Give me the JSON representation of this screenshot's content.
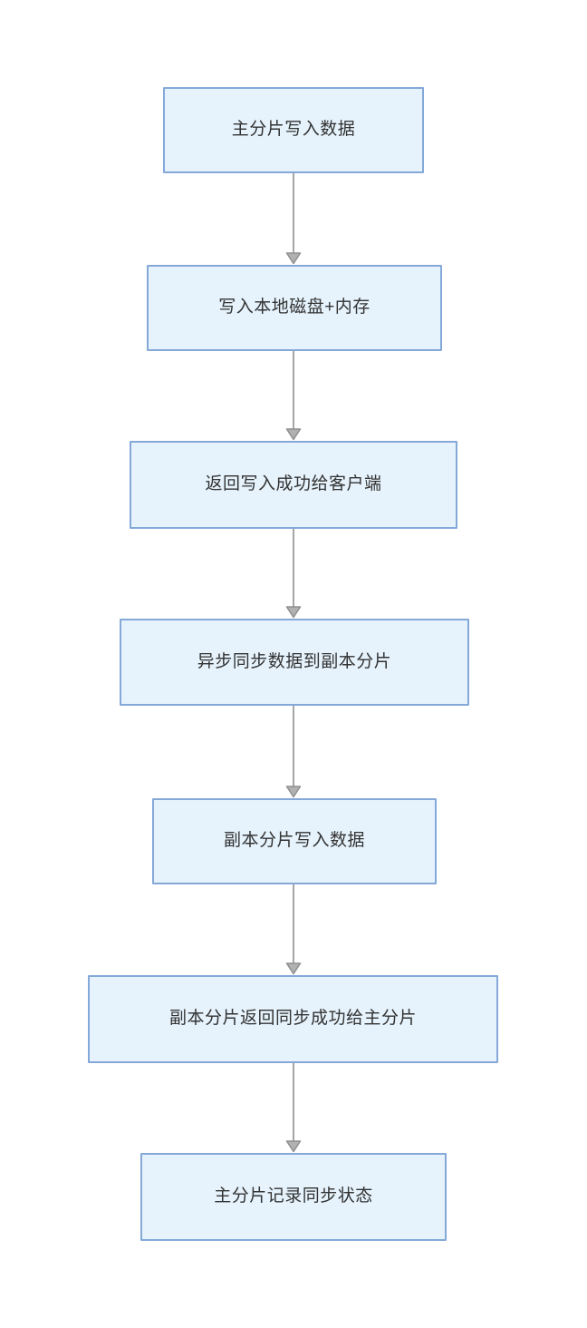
{
  "diagram": {
    "type": "flowchart",
    "direction": "top-down",
    "nodes": [
      {
        "id": "primary-shard-write",
        "label": "主分片写入数据"
      },
      {
        "id": "write-local-disk-memory",
        "label": "写入本地磁盘+内存"
      },
      {
        "id": "return-success-to-client",
        "label": "返回写入成功给客户端"
      },
      {
        "id": "async-sync-to-replica",
        "label": "异步同步数据到副本分片"
      },
      {
        "id": "replica-shard-write",
        "label": "副本分片写入数据"
      },
      {
        "id": "replica-return-sync-success",
        "label": "副本分片返回同步成功给主分片"
      },
      {
        "id": "primary-record-sync-state",
        "label": "主分片记录同步状态"
      }
    ],
    "connectors": [
      {
        "from": "primary-shard-write",
        "to": "write-local-disk-memory",
        "label": ""
      },
      {
        "from": "write-local-disk-memory",
        "to": "return-success-to-client",
        "label": ""
      },
      {
        "from": "return-success-to-client",
        "to": "async-sync-to-replica",
        "label": ""
      },
      {
        "from": "async-sync-to-replica",
        "to": "replica-shard-write",
        "label": ""
      },
      {
        "from": "replica-shard-write",
        "to": "replica-return-sync-success",
        "label": ""
      },
      {
        "from": "replica-return-sync-success",
        "to": "primary-record-sync-state",
        "label": ""
      }
    ],
    "colors": {
      "background": "#FFFFFF",
      "node_fill": "#E6F3FC",
      "node_border": "#84A9D9",
      "arrow": "#A6A6A6",
      "text": "#333333"
    }
  }
}
